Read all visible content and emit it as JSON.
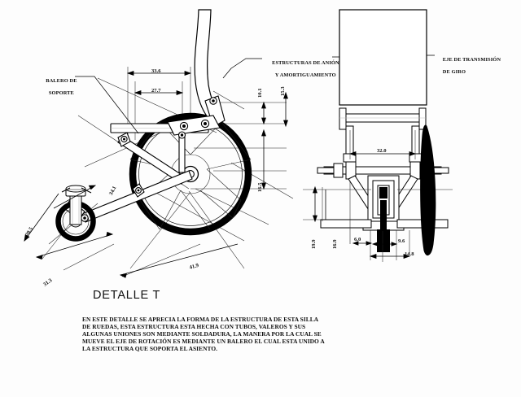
{
  "drawing": {
    "title": "DETALLE T",
    "note": "EN ESTE DETALLE SE APRECIA LA FORMA DE LA ESTRUCTURA DE ESTA SILLA DE RUEDAS, ESTA ESTRUCTURA ESTA HECHA CON TUBOS, VALEROS Y SUS ALGUNAS UNIONES SON MEDIANTE SOLDADURA, LA MANERA POR LA CUAL SE MUEVE EL EJE DE ROTACIÓN ES MEDIANTE UN BALERO EL CUAL ESTA UNIDO A LA ESTRUCTURA QUE SOPORTA EL ASIENTO.",
    "ink": "#000000",
    "paper": "#fdfdfd"
  },
  "callouts": [
    {
      "id": "balero",
      "line1": "BALERO DE",
      "line2": "SOPORTE"
    },
    {
      "id": "estructuras",
      "line1": "ESTRUCTURAS DE ANIÓN",
      "line2": "Y AMORTIGUAMIENTO"
    },
    {
      "id": "eje",
      "line1": "EJE DE TRANSMISIÓN",
      "line2": "DE GIRO"
    }
  ],
  "dimensions": {
    "side_view": [
      {
        "id": "d-33-6",
        "value": "33.6",
        "orient": "horizontal"
      },
      {
        "id": "d-27-7",
        "value": "27.7",
        "orient": "horizontal"
      },
      {
        "id": "d-10-1",
        "value": "10.1",
        "orient": "vertical"
      },
      {
        "id": "d-15-3",
        "value": "15.3",
        "orient": "vertical"
      },
      {
        "id": "d-16-5",
        "value": "16.5",
        "orient": "vertical"
      },
      {
        "id": "d-34-1",
        "value": "34.1",
        "orient": "diagonal"
      },
      {
        "id": "d-20-5",
        "value": "20.5",
        "orient": "diagonal"
      },
      {
        "id": "d-31-3",
        "value": "31.3",
        "orient": "diagonal"
      },
      {
        "id": "d-41-9",
        "value": "41.9",
        "orient": "diagonal"
      }
    ],
    "front_view": [
      {
        "id": "d-32-0",
        "value": "32.0",
        "orient": "horizontal"
      },
      {
        "id": "d-19-9",
        "value": "19.9",
        "orient": "vertical"
      },
      {
        "id": "d-16-9",
        "value": "16.9",
        "orient": "vertical"
      },
      {
        "id": "d-6-0",
        "value": "6.0",
        "orient": "horizontal"
      },
      {
        "id": "d-9-6",
        "value": "9.6",
        "orient": "horizontal"
      },
      {
        "id": "d-14-8",
        "value": "14.8",
        "orient": "horizontal"
      }
    ]
  }
}
